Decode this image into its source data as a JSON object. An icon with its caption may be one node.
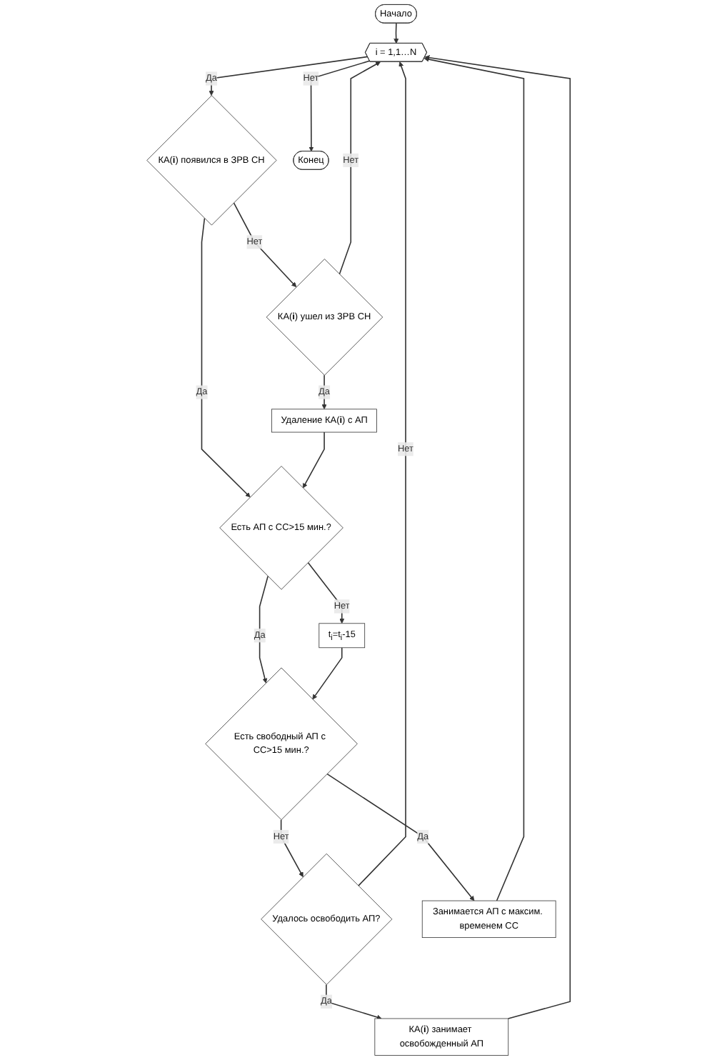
{
  "diagram": {
    "nodes": [
      {
        "text": [
          "Начало"
        ]
      },
      {
        "text": [
          "i = 1,1…N"
        ]
      },
      {
        "text": [
          "КА(**i**) появился в ЗРВ СН"
        ]
      },
      {
        "text": [
          "КА(**i**) ушел из ЗРВ СН"
        ]
      },
      {
        "text": [
          "Удаление КА(**i**) с АП"
        ]
      },
      {
        "text": [
          "Есть АП с СС>15 мин.?"
        ]
      },
      {
        "text": [
          "t$_{i}$=t$_{i}$-15"
        ]
      },
      {
        "text": [
          "Есть свободный АП с СС>15 мин.?"
        ]
      },
      {
        "text": [
          "Удалось освободить АП?"
        ]
      },
      {
        "text": [
          "Занимается АП с максим. временем СС"
        ]
      },
      {
        "text": [
          "КА(**i**) занимает освобожденный АП"
        ]
      },
      {
        "text": [
          "Конец"
        ]
      }
    ],
    "edges": [
      {
        "from": 0,
        "to": 1,
        "arrow": "to"
      },
      {
        "from": 1,
        "to": 11,
        "label": "Нет",
        "arrow": "to"
      },
      {
        "from": 1,
        "to": 2,
        "label": "Да",
        "arrow": "to"
      },
      {
        "from": 2,
        "to": 3,
        "label": "Нет",
        "arrow": "to"
      },
      {
        "from": 3,
        "to": 1,
        "label": "Нет",
        "arrow": "to"
      },
      {
        "from": 3,
        "to": 4,
        "label": "Да",
        "arrow": "to"
      },
      {
        "from": 2,
        "to": 5,
        "label": "Да",
        "arrow": "to"
      },
      {
        "from": 4,
        "to": 5,
        "arrow": "to"
      },
      {
        "from": 5,
        "to": 6,
        "label": "Нет",
        "arrow": "to"
      },
      {
        "from": 5,
        "to": 7,
        "label": "Да",
        "arrow": "to"
      },
      {
        "from": 6,
        "to": 7,
        "arrow": "to"
      },
      {
        "from": 7,
        "to": 8,
        "label": "Нет",
        "arrow": "to"
      },
      {
        "from": 7,
        "to": 9,
        "label": "Да",
        "arrow": "to"
      },
      {
        "from": 8,
        "to": 1,
        "label": "Нет",
        "arrow": "to"
      },
      {
        "from": 8,
        "to": 10,
        "label": "Да",
        "arrow": "to"
      },
      {
        "from": 10,
        "to": 1,
        "arrow": "to"
      },
      {
        "from": 9,
        "to": 1,
        "arrow": "to"
      }
    ]
  }
}
